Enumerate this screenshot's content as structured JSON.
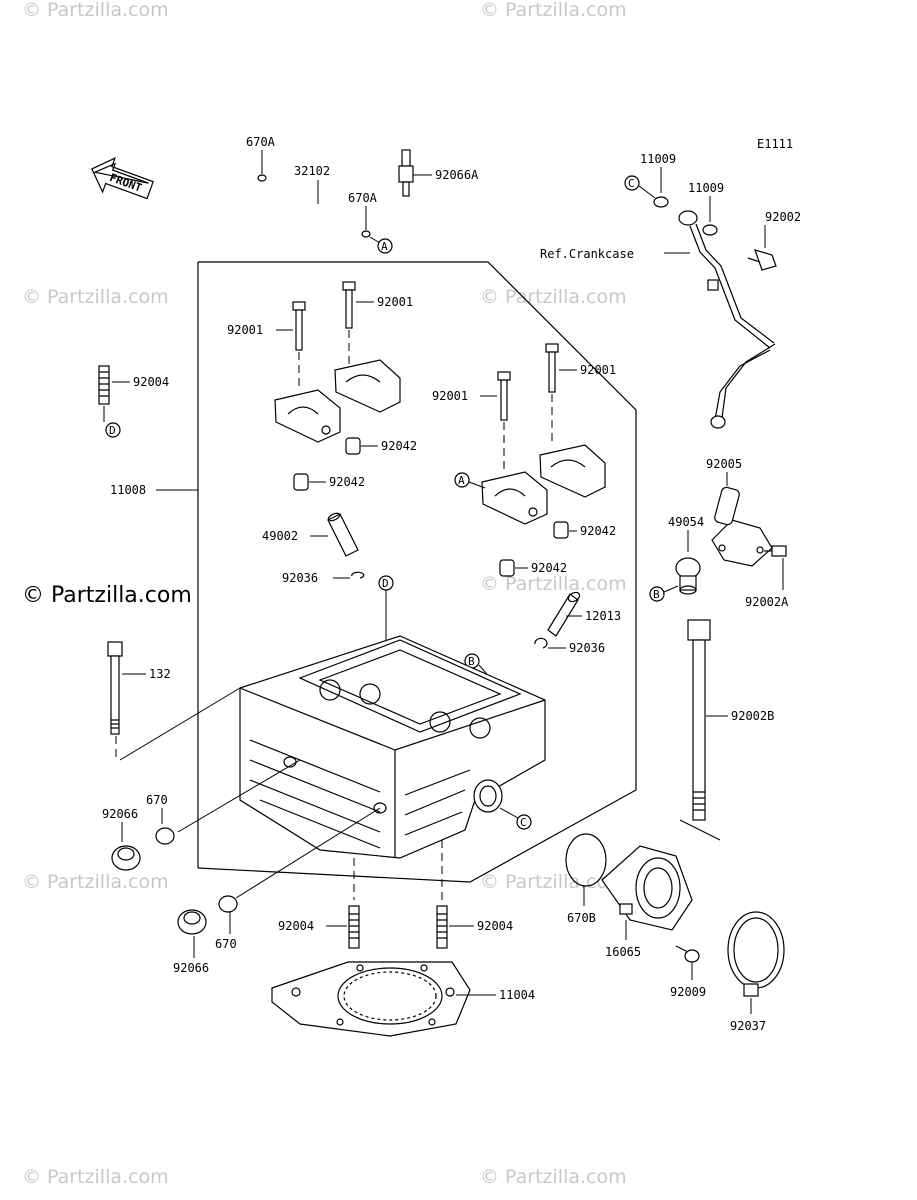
{
  "watermark": {
    "small": "© Partzilla.com",
    "big": "© Partzilla.com"
  },
  "diagram_code": "E1111",
  "front_arrow": "FRONT",
  "ref_letters": [
    "A",
    "B",
    "C",
    "D"
  ],
  "labels": {
    "p670A_top": "670A",
    "p32102": "32102",
    "p670A_mid": "670A",
    "p92066A": "92066A",
    "p11009_a": "11009",
    "p11009_b": "11009",
    "p92002": "92002",
    "ref_crankcase": "Ref.Crankcase",
    "p92001_a": "92001",
    "p92001_b": "92001",
    "p92001_c": "92001",
    "p92001_d": "92001",
    "p92004_left": "92004",
    "p92042_a": "92042",
    "p92042_b": "92042",
    "p92042_c": "92042",
    "p92042_d": "92042",
    "p11008": "11008",
    "p49002": "49002",
    "p92036_a": "92036",
    "p92036_b": "92036",
    "p12013": "12013",
    "p92005": "92005",
    "p49054": "49054",
    "p92002A": "92002A",
    "p132": "132",
    "p92002B": "92002B",
    "p670_a": "670",
    "p92066_a": "92066",
    "p670_b": "670",
    "p92066_b": "92066",
    "p92004_a": "92004",
    "p92004_b": "92004",
    "p11004": "11004",
    "p670B": "670B",
    "p16065": "16065",
    "p92009": "92009",
    "p92037": "92037"
  }
}
